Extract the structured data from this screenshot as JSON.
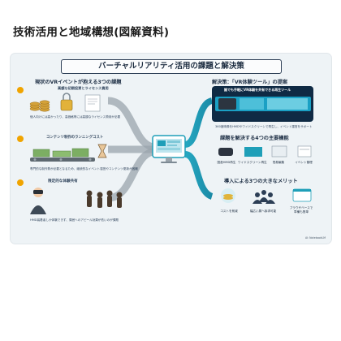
{
  "page_title": "技術活用と地域構想(図解資料)",
  "infographic": {
    "title": "バーチャルリアリティ活用の課題と解決策",
    "left_heading": "現状のVRイベントが抱える3つの課題",
    "problem1": {
      "title": "高額な初期投資とライセンス費用",
      "caption": "個人向けには高かったり、高価格帯には高額なライセンス費用が必要"
    },
    "problem2": {
      "title": "コンテンツ制作のランニングコスト",
      "caption": "専門的な制作費が必要となるため、継続的なイベント運営やコンテンツ更新が困難"
    },
    "problem3": {
      "title": "限定的な体験共有",
      "caption": "HMD装着者しか体験できず、周囲へのアピール効果が低いのが課題"
    },
    "right_heading": "解決策：「VR体験ツール」の提案",
    "solution_sub": "誰でも手軽にVR体験を共有できる再生ツール",
    "solution_caption": "360度映像をHMDやワイドスクリーンで再生し、イベント運営をサポート",
    "features_heading": "課題を解決する4つの主要機能",
    "features": [
      "国産HMD再生",
      "ワイドスクリーン再生",
      "簡易編集",
      "イベント管理"
    ],
    "merits_heading": "導入による3つの大きなメリット",
    "merits": [
      "コストを削減",
      "幅広い層へ訴求可能",
      "ブラウザベースで\n準備も簡単"
    ],
    "credit": "AI: NotebookLM"
  },
  "colors": {
    "accent_teal": "#1f9fb8",
    "badge_orange": "#f0a400",
    "navy": "#1c2c40",
    "card_bg": "#eef3f6"
  }
}
